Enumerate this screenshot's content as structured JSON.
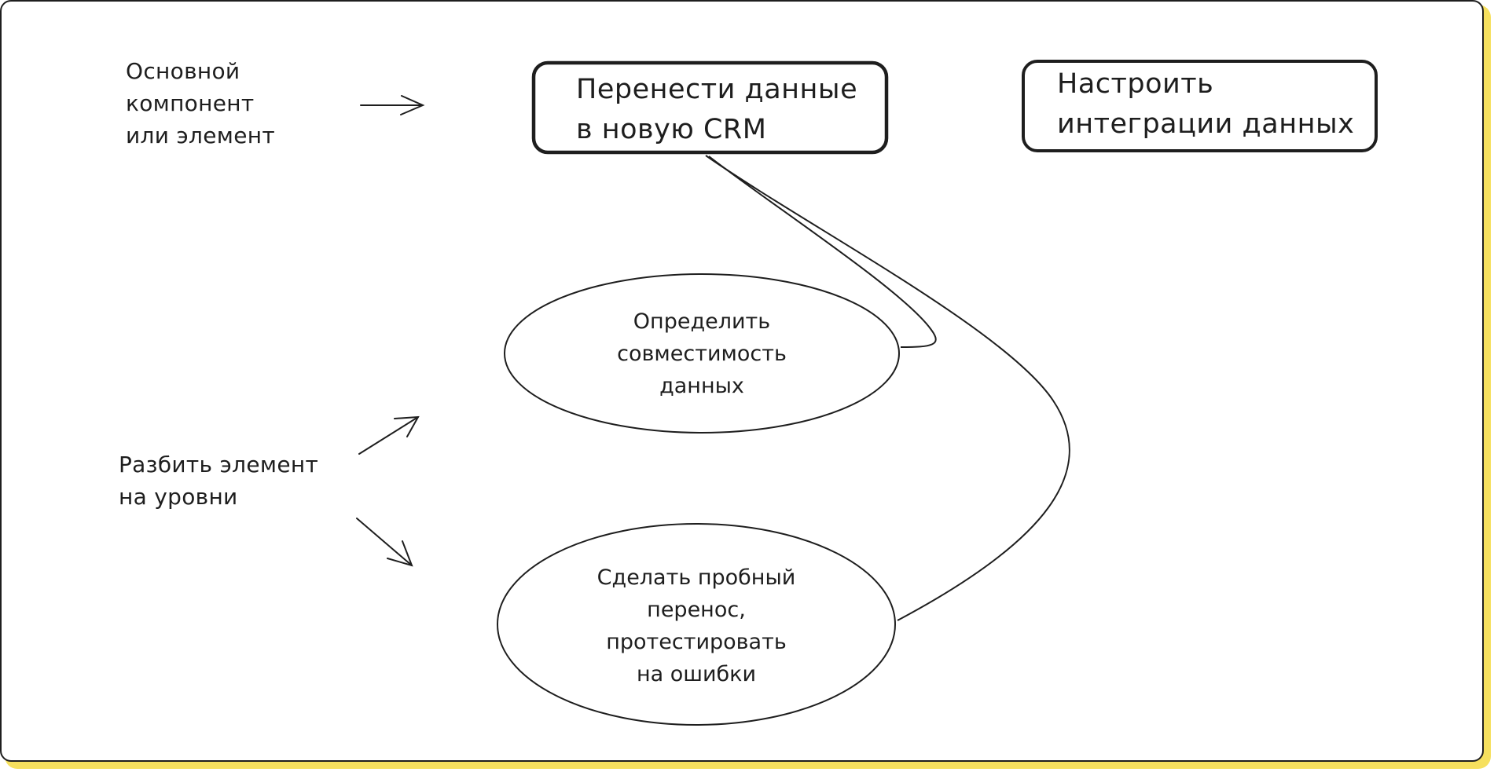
{
  "diagram": {
    "legend": {
      "main_component": "Основной\nкомпонент\nили элемент",
      "split_levels": "Разбить элемент\nна уровни"
    },
    "nodes": {
      "migrate_crm": "Перенести данные\nв новую CRM",
      "setup_integrations": "Настроить\nинтеграции данных",
      "check_compat": "Определить\nсовместимость\nданных",
      "trial_migration": "Сделать пробный\nперенос,\nпротестировать\nна ошибки"
    }
  },
  "colors": {
    "stroke": "#1e1e1e",
    "background": "#ffffff",
    "accent_shadow": "#f6e05e"
  }
}
